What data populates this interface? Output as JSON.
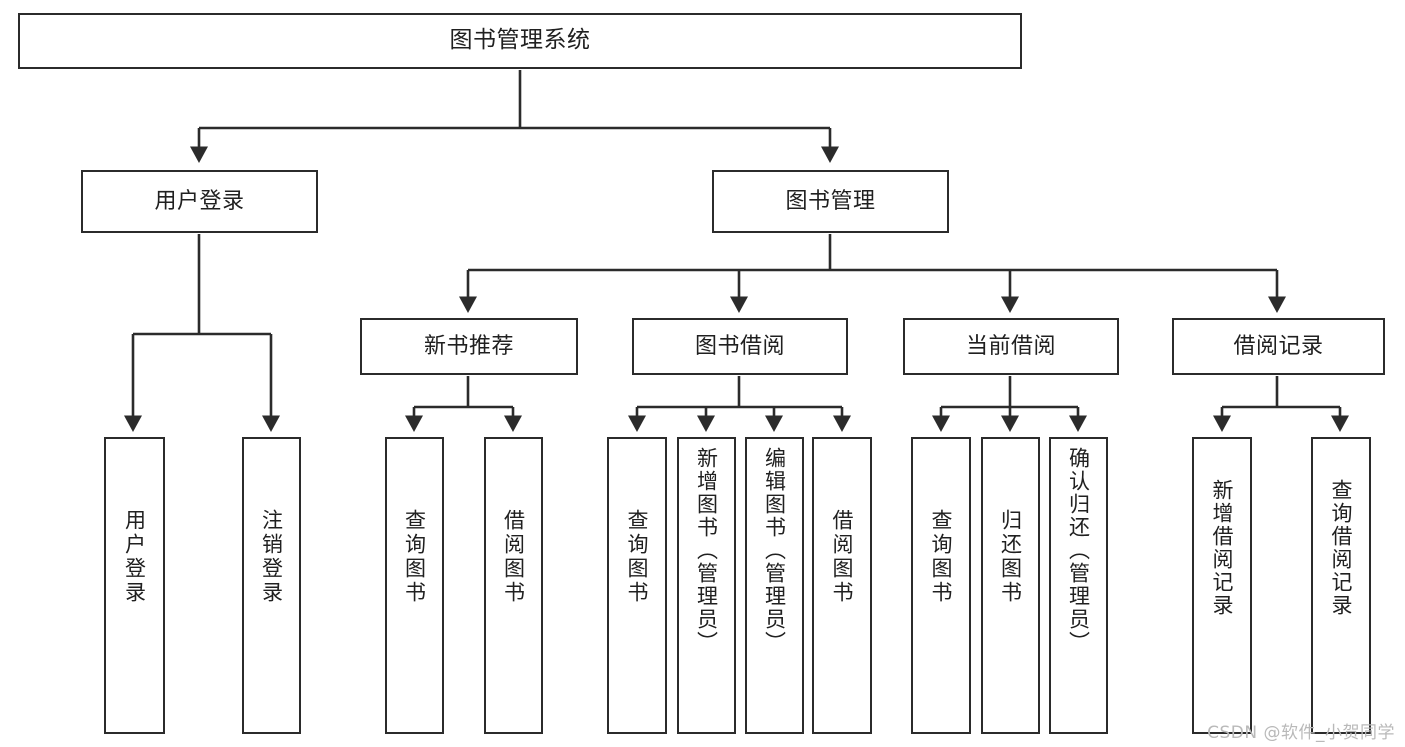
{
  "diagram": {
    "title": "图书管理系统",
    "type": "tree",
    "watermark": "CSDN @软件_小贺同学",
    "colors": {
      "border": "#2b2b2b",
      "background": "#ffffff",
      "text": "#202020",
      "watermark": "#b9b9b9"
    }
  },
  "nodes": {
    "root": {
      "label": "图书管理系统",
      "level": 1
    },
    "level2": [
      {
        "id": "user-login",
        "label": "用户登录",
        "level": 2
      },
      {
        "id": "book-manage",
        "label": "图书管理",
        "level": 2
      }
    ],
    "level3": [
      {
        "id": "new-book-rec",
        "label": "新书推荐",
        "level": 3,
        "parent": "book-manage"
      },
      {
        "id": "book-borrow",
        "label": "图书借阅",
        "level": 3,
        "parent": "book-manage"
      },
      {
        "id": "current-borrow",
        "label": "当前借阅",
        "level": 3,
        "parent": "book-manage"
      },
      {
        "id": "borrow-record",
        "label": "借阅记录",
        "level": 3,
        "parent": "book-manage"
      }
    ],
    "leaves": [
      {
        "id": "leaf-user-login",
        "label": "用户登录",
        "parent": "user-login"
      },
      {
        "id": "leaf-user-logout",
        "label": "注销登录",
        "parent": "user-login"
      },
      {
        "id": "leaf-rec-query",
        "label": "查询图书",
        "parent": "new-book-rec"
      },
      {
        "id": "leaf-rec-borrow",
        "label": "借阅图书",
        "parent": "new-book-rec"
      },
      {
        "id": "leaf-borrow-query",
        "label": "查询图书",
        "parent": "book-borrow"
      },
      {
        "id": "leaf-borrow-add",
        "label": "新增图书（管理员）",
        "parent": "book-borrow"
      },
      {
        "id": "leaf-borrow-edit",
        "label": "编辑图书（管理员）",
        "parent": "book-borrow"
      },
      {
        "id": "leaf-borrow-lend",
        "label": "借阅图书",
        "parent": "book-borrow"
      },
      {
        "id": "leaf-cur-query",
        "label": "查询图书",
        "parent": "current-borrow"
      },
      {
        "id": "leaf-cur-return",
        "label": "归还图书",
        "parent": "current-borrow"
      },
      {
        "id": "leaf-cur-confirm",
        "label": "确认归还（管理员）",
        "parent": "current-borrow"
      },
      {
        "id": "leaf-rec-add",
        "label": "新增借阅记录",
        "parent": "borrow-record"
      },
      {
        "id": "leaf-rec-query2",
        "label": "查询借阅记录",
        "parent": "borrow-record"
      }
    ]
  }
}
